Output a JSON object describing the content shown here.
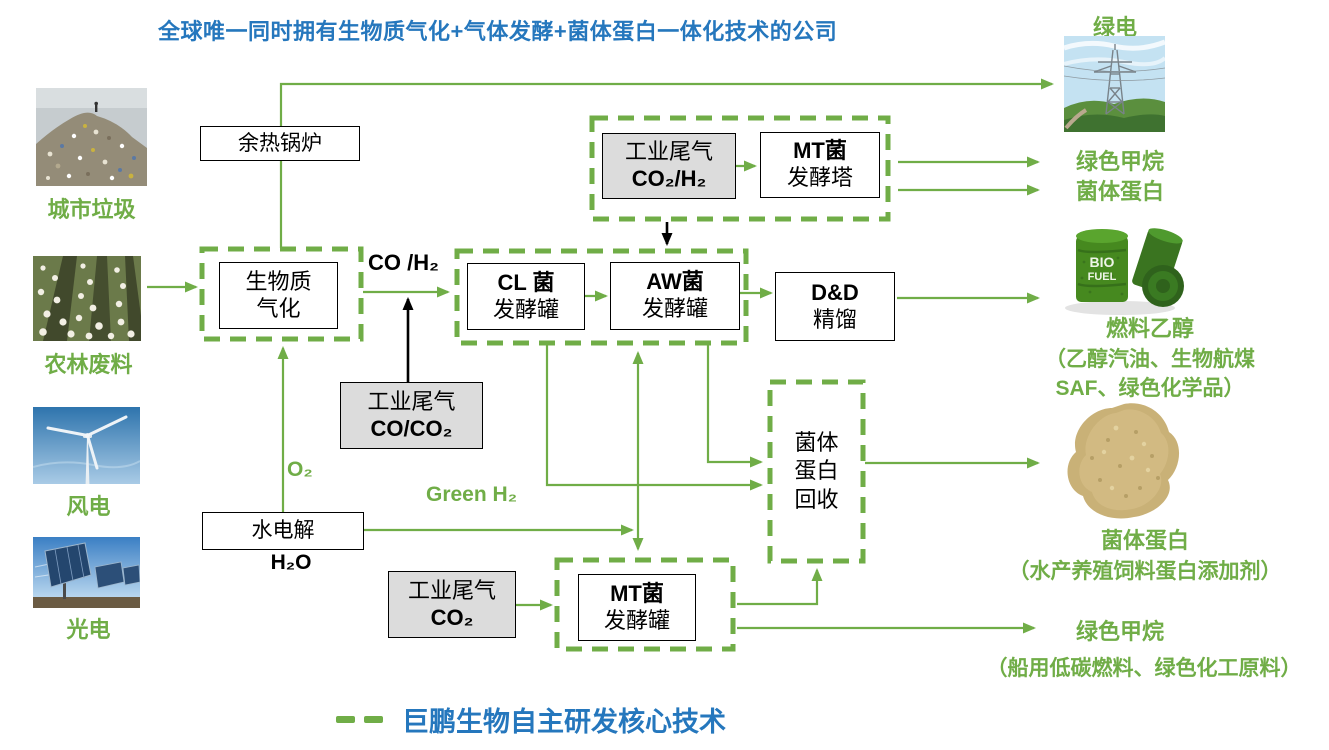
{
  "title": "全球唯一同时拥有生物质气化+气体发酵+菌体蛋白一体化技术的公司",
  "colors": {
    "green": "#70AD47",
    "blue": "#2577BD",
    "gray_fill": "#DCDCDC",
    "black": "#000000"
  },
  "sources": {
    "city_waste": "城市垃圾",
    "agri_waste": "农林废料",
    "wind_power": "风电",
    "solar_power": "光电"
  },
  "process": {
    "boiler": "余热锅炉",
    "gasification": {
      "l1": "生物质",
      "l2": "气化"
    },
    "syngas": "CO /H₂",
    "tailgas_co_co2": {
      "l1": "工业尾气",
      "l2": "CO/CO₂"
    },
    "tailgas_co2_h2": {
      "l1": "工业尾气",
      "l2": "CO₂/H₂"
    },
    "mt_tower": {
      "l1": "MT菌",
      "l2": "发酵塔"
    },
    "cl_tank": {
      "l1": "CL 菌",
      "l2": "发酵罐"
    },
    "aw_tank": {
      "l1": "AW菌",
      "l2": "发酵罐"
    },
    "dd": {
      "l1": "D&D",
      "l2": "精馏"
    },
    "protein_recovery": {
      "l1": "菌体",
      "l2": "蛋白",
      "l3": "回收"
    },
    "electrolysis": "水电解",
    "water": "H₂O",
    "oxygen": "O₂",
    "green_h2": "Green H₂",
    "tailgas_co2": {
      "l1": "工业尾气",
      "l2": "CO₂"
    },
    "mt_tank": {
      "l1": "MT菌",
      "l2": "发酵罐"
    }
  },
  "outputs": {
    "green_power": "绿电",
    "green_methane": "绿色甲烷",
    "microbial_protein": "菌体蛋白",
    "fuel_ethanol": {
      "title": "燃料乙醇",
      "sub1": "（乙醇汽油、生物航煤",
      "sub2": "SAF、绿色化学品）"
    },
    "protein_product": {
      "title": "菌体蛋白",
      "sub": "（水产养殖饲料蛋白添加剂）"
    },
    "methane_product": {
      "title": "绿色甲烷",
      "sub": "（船用低碳燃料、绿色化工原料）"
    },
    "barrel_text": {
      "l1": "BIO",
      "l2": "FUEL"
    }
  },
  "legend": "巨鹏生物自主研发核心技术"
}
